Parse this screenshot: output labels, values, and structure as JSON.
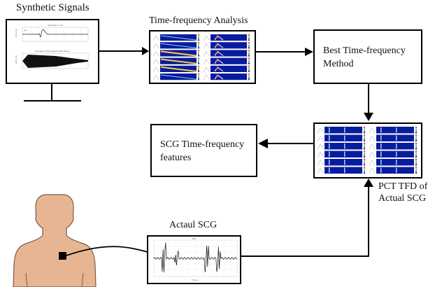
{
  "nodes": {
    "synthetic_signals": {
      "label": "Synthetic Signals",
      "plot_top_title": "Gaussian 1 ms",
      "plot_top_tag": "(a)",
      "plot_bottom_title": "Gaussian Chirp Signal with Noise",
      "y_axis_label": "Amp (V)"
    },
    "time_frequency_analysis": {
      "label": "Time-frequency Analysis"
    },
    "best_method": {
      "line1": "Best Time-frequency",
      "line2": "Method"
    },
    "pct_tfd": {
      "line1": "PCT TFD of",
      "line2": "Actual SCG"
    },
    "scg_features": {
      "line1": "SCG Time-frequency",
      "line2": "features"
    },
    "actual_scg": {
      "label": "Actaul SCG",
      "plot_title": "SCG",
      "x_axis_label": "Time s"
    }
  },
  "edges": [
    {
      "from": "synthetic_signals",
      "to": "time_frequency_analysis"
    },
    {
      "from": "time_frequency_analysis",
      "to": "best_method"
    },
    {
      "from": "best_method",
      "to": "pct_tfd"
    },
    {
      "from": "pct_tfd",
      "to": "scg_features"
    },
    {
      "from": "actual_scg",
      "to": "pct_tfd"
    },
    {
      "from": "human_body_sensor",
      "to": "actual_scg"
    }
  ],
  "colors": {
    "line": "#000000",
    "skin": "#e8b592",
    "skin_outline": "#7a5a48",
    "tfd_background": "#0a1c9e"
  }
}
